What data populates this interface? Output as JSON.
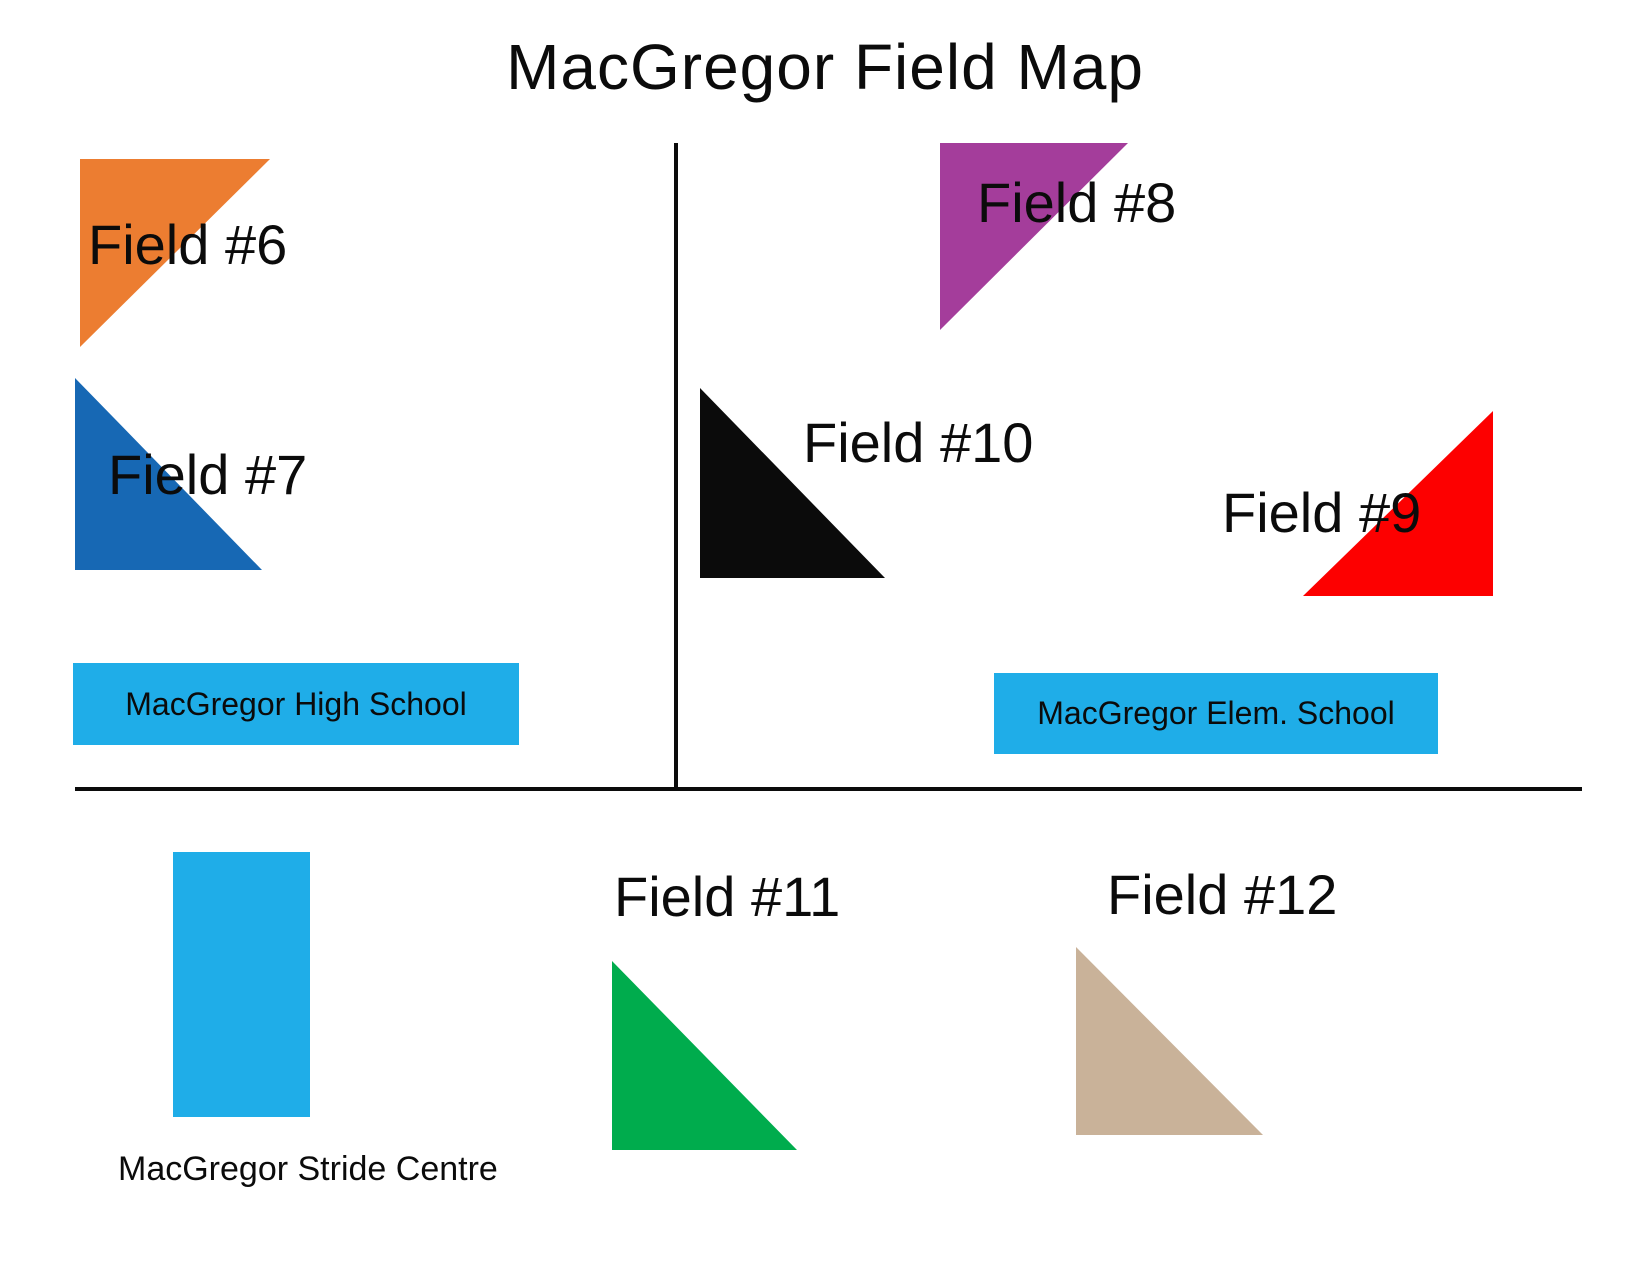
{
  "title": "MacGregor Field Map",
  "colors": {
    "building": "#1FADE8",
    "divider": "#0B0B0B",
    "label_text": "#000000"
  },
  "fields": [
    {
      "id": "field-6",
      "label": "Field #6",
      "color": "#EC7D31"
    },
    {
      "id": "field-7",
      "label": "Field #7",
      "color": "#1768B4"
    },
    {
      "id": "field-8",
      "label": "Field #8",
      "color": "#A43D9B"
    },
    {
      "id": "field-9",
      "label": "Field #9",
      "color": "#FD0000"
    },
    {
      "id": "field-10",
      "label": "Field #10",
      "color": "#0B0B0B"
    },
    {
      "id": "field-11",
      "label": "Field #11",
      "color": "#00AC4D"
    },
    {
      "id": "field-12",
      "label": "Field #12",
      "color": "#C9B299"
    }
  ],
  "buildings": [
    {
      "id": "high-school",
      "label": "MacGregor High School"
    },
    {
      "id": "elem-school",
      "label": "MacGregor Elem. School"
    },
    {
      "id": "stride-centre",
      "label": "MacGregor Stride Centre"
    }
  ]
}
